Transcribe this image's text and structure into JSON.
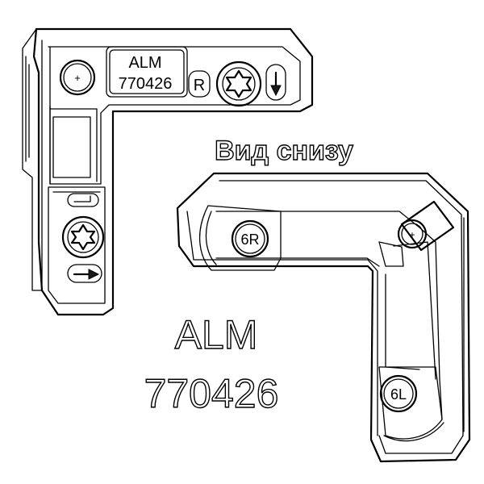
{
  "top_part": {
    "label_code": "ALM",
    "label_number": "770426",
    "side_mark": "R"
  },
  "bottom_part": {
    "view_title": "Вид снизу",
    "mark_right": "6R",
    "mark_left": "6L"
  },
  "caption": {
    "code": "ALM",
    "number": "770426"
  }
}
